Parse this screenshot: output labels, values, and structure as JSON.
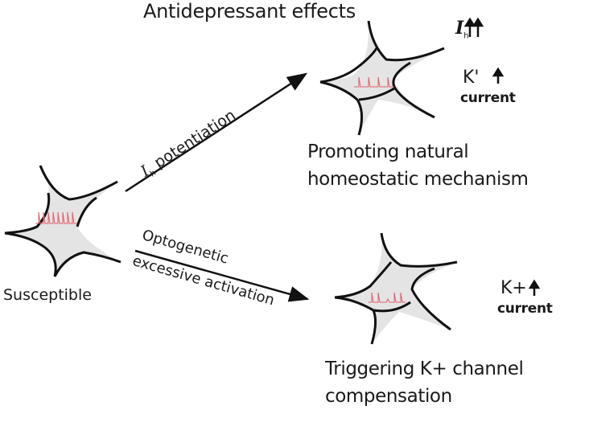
{
  "title": "Antidepressant effects",
  "arrows": {
    "top": {
      "label_symbol": "I",
      "label_subscript": "h",
      "label_text": "potentiation"
    },
    "bottom": {
      "label_line1": "Optogenetic",
      "label_line2": "excessive activation"
    }
  },
  "neurons": {
    "susceptible": {
      "label": "Susceptible",
      "firing": "high-frequency"
    },
    "promoting": {
      "label_line1": "Promoting natural",
      "label_line2": "homeostatic mechanism",
      "firing": "normalized",
      "currents": [
        {
          "symbol": "I",
          "subscript": "h",
          "change": "↑↑"
        },
        {
          "symbol": "K'",
          "subscript": "",
          "change": "↑",
          "caption": "current"
        }
      ]
    },
    "compensation": {
      "label_line1": "Triggering K+ channel",
      "label_line2": "compensation",
      "firing": "normalized",
      "currents": [
        {
          "symbol": "K+",
          "change": "↑",
          "caption": "current"
        }
      ]
    }
  },
  "colors": {
    "stroke": "#111111",
    "soma_fill": "#e4e4e4",
    "spikes": "#e0606a"
  }
}
